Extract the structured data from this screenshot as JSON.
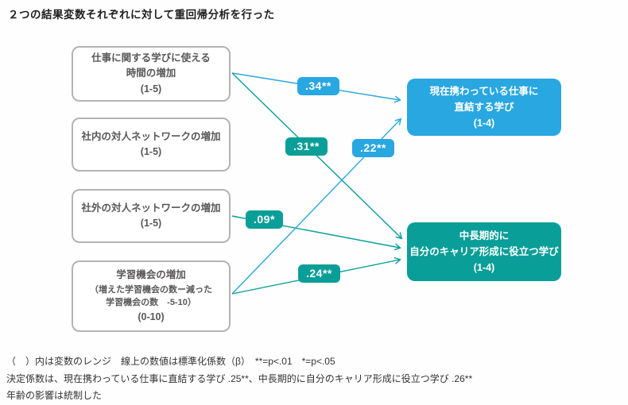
{
  "title": "２つの結果変数それぞれに対して重回帰分析を行った",
  "colors": {
    "blue": "#29a7e0",
    "teal": "#0a9e98",
    "predictor_border": "#b3b3b3",
    "predictor_text": "#595757",
    "note_text": "#333333"
  },
  "predictors": [
    {
      "id": "time-increase",
      "lines": [
        "仕事に関する学びに使える",
        "時間の増加",
        "(1-5)"
      ]
    },
    {
      "id": "internal-network-increase",
      "lines": [
        "社内の対人ネットワークの増加",
        "(1-5)"
      ]
    },
    {
      "id": "external-network-increase",
      "lines": [
        "社外の対人ネットワークの増加",
        "(1-5)"
      ]
    },
    {
      "id": "learning-opportunity-increase",
      "lines": [
        "学習機会の増加",
        "（増えた学習機会の数ー減った",
        "学習機会の数　-5-10）",
        "(0-10)"
      ]
    }
  ],
  "outcomes": [
    {
      "id": "current-job-learning",
      "color": "#29a7e0",
      "lines": [
        "現在携わっている仕事に",
        "直結する学び",
        "(1-4)"
      ]
    },
    {
      "id": "career-learning",
      "color": "#0a9e98",
      "lines": [
        "中長期的に",
        "自分のキャリア形成に役立つ学び",
        "(1-4)"
      ]
    }
  ],
  "coefficients": [
    {
      "label": ".34**",
      "from": "time-increase",
      "to": "current-job-learning",
      "color": "#29a7e0"
    },
    {
      "label": ".31**",
      "from": "time-increase",
      "to": "career-learning",
      "color": "#0a9e98"
    },
    {
      "label": ".22**",
      "from": "learning-opportunity-increase",
      "to": "current-job-learning",
      "color": "#29a7e0"
    },
    {
      "label": ".09*",
      "from": "external-network-increase",
      "to": "career-learning",
      "color": "#0a9e98"
    },
    {
      "label": ".24**",
      "from": "learning-opportunity-increase",
      "to": "career-learning",
      "color": "#0a9e98"
    }
  ],
  "notes": [
    "（　）内は変数のレンジ　線上の数値は標準化係数（β）　**=p<.01　*=p<.05",
    "決定係数は、現在携わっている仕事に直結する学び .25**、中長期的に自分のキャリア形成に役立つ学び .26**",
    "年齢の影響は統制した"
  ]
}
